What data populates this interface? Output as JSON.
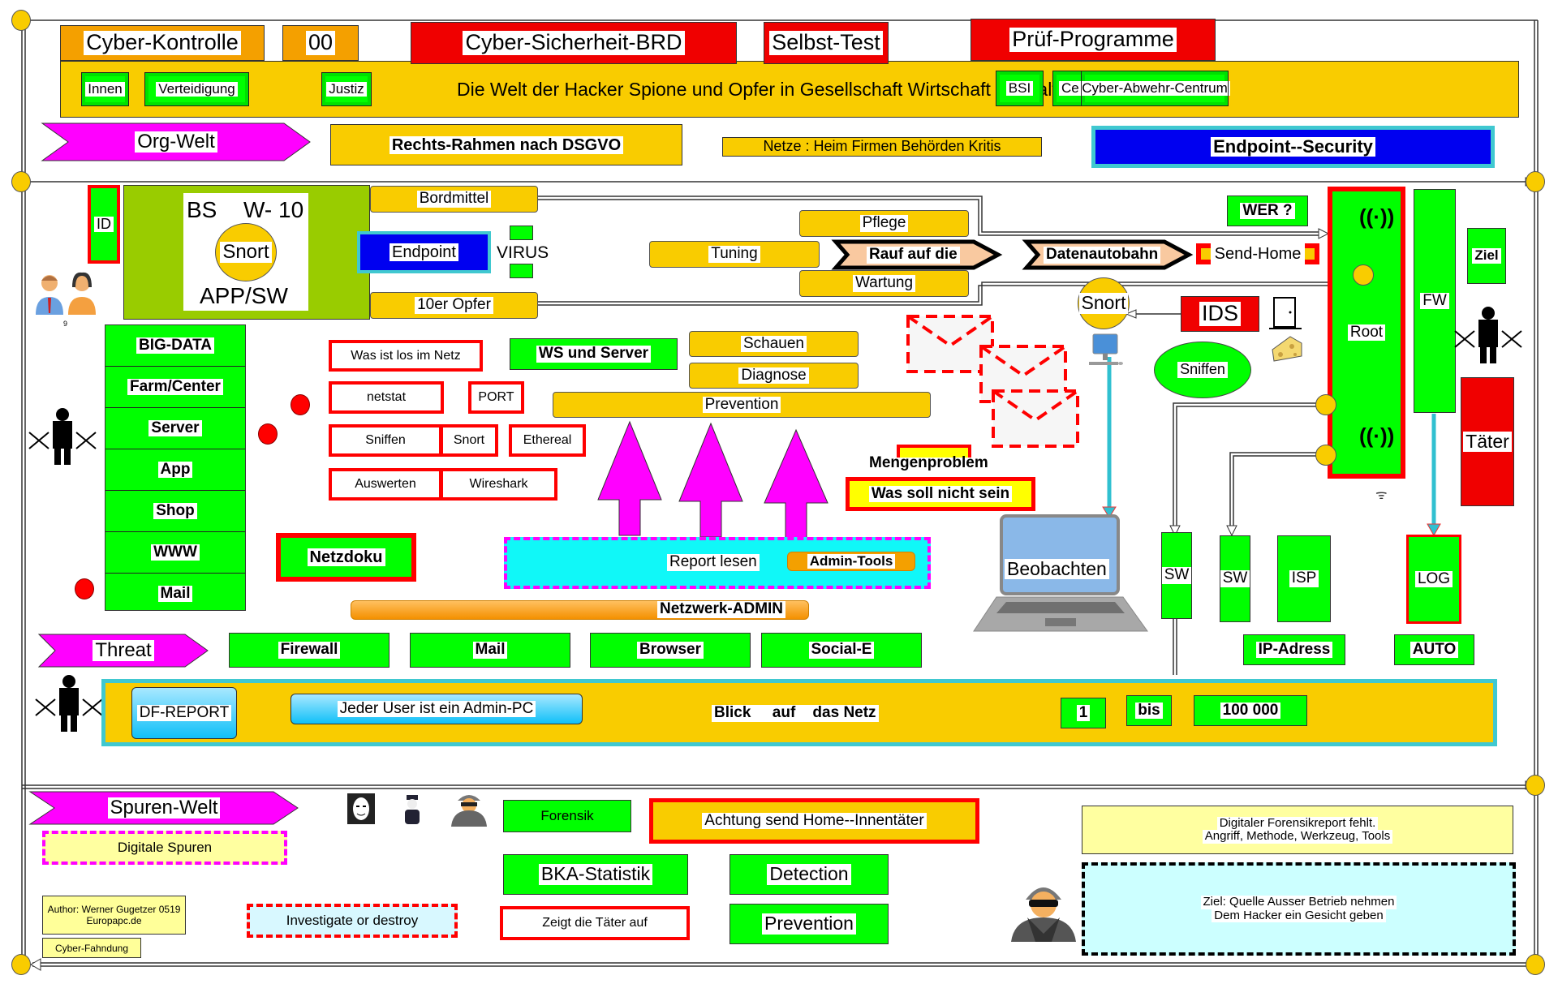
{
  "header": {
    "tabs": [
      "Cyber-Kontrolle",
      "00",
      "Cyber-Sicherheit-BRD",
      "Selbst-Test",
      "Prüf-Programme"
    ],
    "left_badges": [
      "Innen",
      "Verteidigung",
      "Justiz"
    ],
    "tagline": "Die Welt der Hacker Spione und Opfer in Gesellschaft  Wirtschaft Verwaltung Bildung",
    "right_badges": [
      "BSI",
      "Cert",
      "Cyber-Abwehr-Centrum"
    ]
  },
  "org_row": {
    "org_welt": "Org-Welt",
    "rechts_rahmen": "Rechts-Rahmen nach DSGVO",
    "netze": "Netze : Heim Firmen Behörden Kritis",
    "endpoint_security": "Endpoint--Security"
  },
  "system": {
    "id": "ID",
    "bs": "BS",
    "w10": "W- 10",
    "snort": "Snort",
    "app_sw": "APP/SW",
    "users_count": "9",
    "bordmittel": "Bordmittel",
    "endpoint": "Endpoint",
    "virus": "VIRUS",
    "opfer": "10er Opfer",
    "pflege": "Pflege",
    "tuning": "Tuning",
    "rauf": "Rauf auf die",
    "wartung": "Wartung",
    "datenautobahn": "Datenautobahn",
    "send_home": "Send-Home",
    "wer": "WER ?",
    "ziel": "Ziel",
    "fw": "FW",
    "root": "Root",
    "snort2": "Snort",
    "ids": "IDS",
    "sniffen_oval": "Sniffen",
    "taeter": "Täter"
  },
  "stack": [
    "BIG-DATA",
    "Farm/Center",
    "Server",
    "App",
    "Shop",
    "WWW",
    "Mail"
  ],
  "tools": {
    "was_ist_los": "Was ist los im Netz",
    "ws_server": "WS und Server",
    "netstat": "netstat",
    "port": "PORT",
    "sniffen": "Sniffen",
    "snort": "Snort",
    "ethereal": "Ethereal",
    "auswerten": "Auswerten",
    "wireshark": "Wireshark",
    "schauen": "Schauen",
    "diagnose": "Diagnose",
    "prevention": "Prevention",
    "mengenproblem": "Mengenproblem",
    "was_soll_nicht": "Was soll nicht sein",
    "netzdoku": "Netzdoku",
    "report_lesen": "Report lesen",
    "admin_tools": "Admin-Tools",
    "netzwerk_admin": "Netzwerk-ADMIN",
    "beobachten": "Beobachten"
  },
  "network": {
    "sw1": "SW",
    "sw2": "SW",
    "isp": "ISP",
    "log": "LOG",
    "ip_adress": "IP-Adress",
    "auto": "AUTO"
  },
  "threat_row": {
    "threat": "Threat",
    "items": [
      "Firewall",
      "Mail",
      "Browser",
      "Social-E"
    ]
  },
  "blick_bar": {
    "df_report": "DF-REPORT",
    "jeder_user": "Jeder User ist ein Admin-PC",
    "blick": "Blick     auf    das Netz",
    "from": "1",
    "bis": "bis",
    "to": "100 000"
  },
  "spuren": {
    "spuren_welt": "Spuren-Welt",
    "digitale_spuren": "Digitale Spuren",
    "forensik": "Forensik",
    "achtung": "Achtung send Home--Innentäter",
    "bka": "BKA-Statistik",
    "detection": "Detection",
    "zeigt": "Zeigt die Täter auf",
    "prevention": "Prevention",
    "investigate": "Investigate or destroy",
    "forensikreport_l1": "Digitaler Forensikreport fehlt.",
    "forensikreport_l2": "Angriff, Methode, Werkzeug, Tools",
    "ziel_l1": "Ziel: Quelle Ausser Betrieb nehmen",
    "ziel_l2": "Dem Hacker ein Gesicht geben",
    "author_l1": "Author: Werner Gugetzer  0519",
    "author_l2": "Europapc.de",
    "fahndung": "Cyber-Fahndung"
  }
}
